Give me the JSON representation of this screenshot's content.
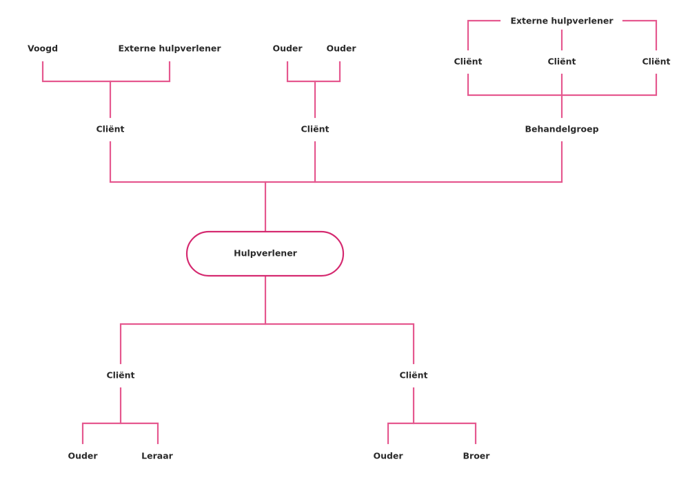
{
  "center": "Hulpverlener",
  "groups": {
    "g1": {
      "client": "Cliënt",
      "left": "Voogd",
      "right": "Externe hulpverlener"
    },
    "g2": {
      "client": "Cliënt",
      "left": "Ouder",
      "right": "Ouder"
    },
    "g3": {
      "top": "Externe hulpverlener",
      "clients": [
        "Cliënt",
        "Cliënt",
        "Cliënt"
      ],
      "group": "Behandelgroep"
    },
    "g4": {
      "client": "Cliënt",
      "left": "Ouder",
      "right": "Leraar"
    },
    "g5": {
      "client": "Cliënt",
      "left": "Ouder",
      "right": "Broer"
    }
  }
}
